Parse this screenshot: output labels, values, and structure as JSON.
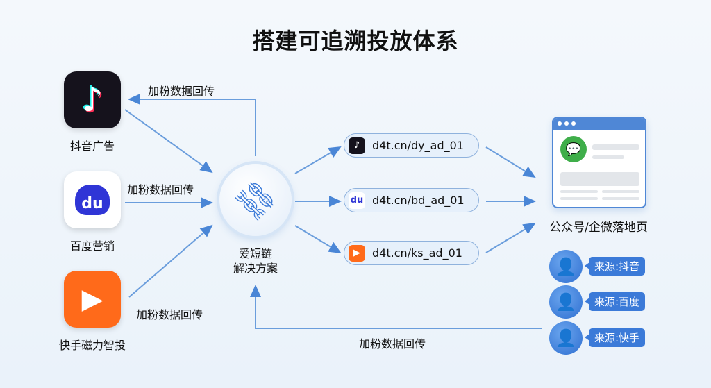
{
  "title": "搭建可追溯投放体系",
  "sources": [
    {
      "label": "抖音广告",
      "icon": "douyin-icon"
    },
    {
      "label": "百度营销",
      "icon": "baidu-icon"
    },
    {
      "label": "快手磁力智投",
      "icon": "kuaishou-icon"
    }
  ],
  "flow_labels": [
    "加粉数据回传",
    "加粉数据回传",
    "加粉数据回传",
    "加粉数据回传"
  ],
  "center": {
    "line1": "爱短链",
    "line2": "解决方案"
  },
  "links": [
    {
      "url": "d4t.cn/dy_ad_01",
      "icon": "douyin-icon"
    },
    {
      "url": "d4t.cn/bd_ad_01",
      "icon": "baidu-icon"
    },
    {
      "url": "d4t.cn/ks_ad_01",
      "icon": "kuaishou-icon"
    }
  ],
  "landing": {
    "label": "公众号/企微落地页"
  },
  "users": [
    {
      "tag": "来源:抖音"
    },
    {
      "tag": "来源:百度"
    },
    {
      "tag": "来源:快手"
    }
  ],
  "colors": {
    "arrow": "#5b93d9",
    "accent": "#3b7ad8",
    "wechat": "#3fae4a",
    "kuaishou": "#ff6a1a"
  }
}
